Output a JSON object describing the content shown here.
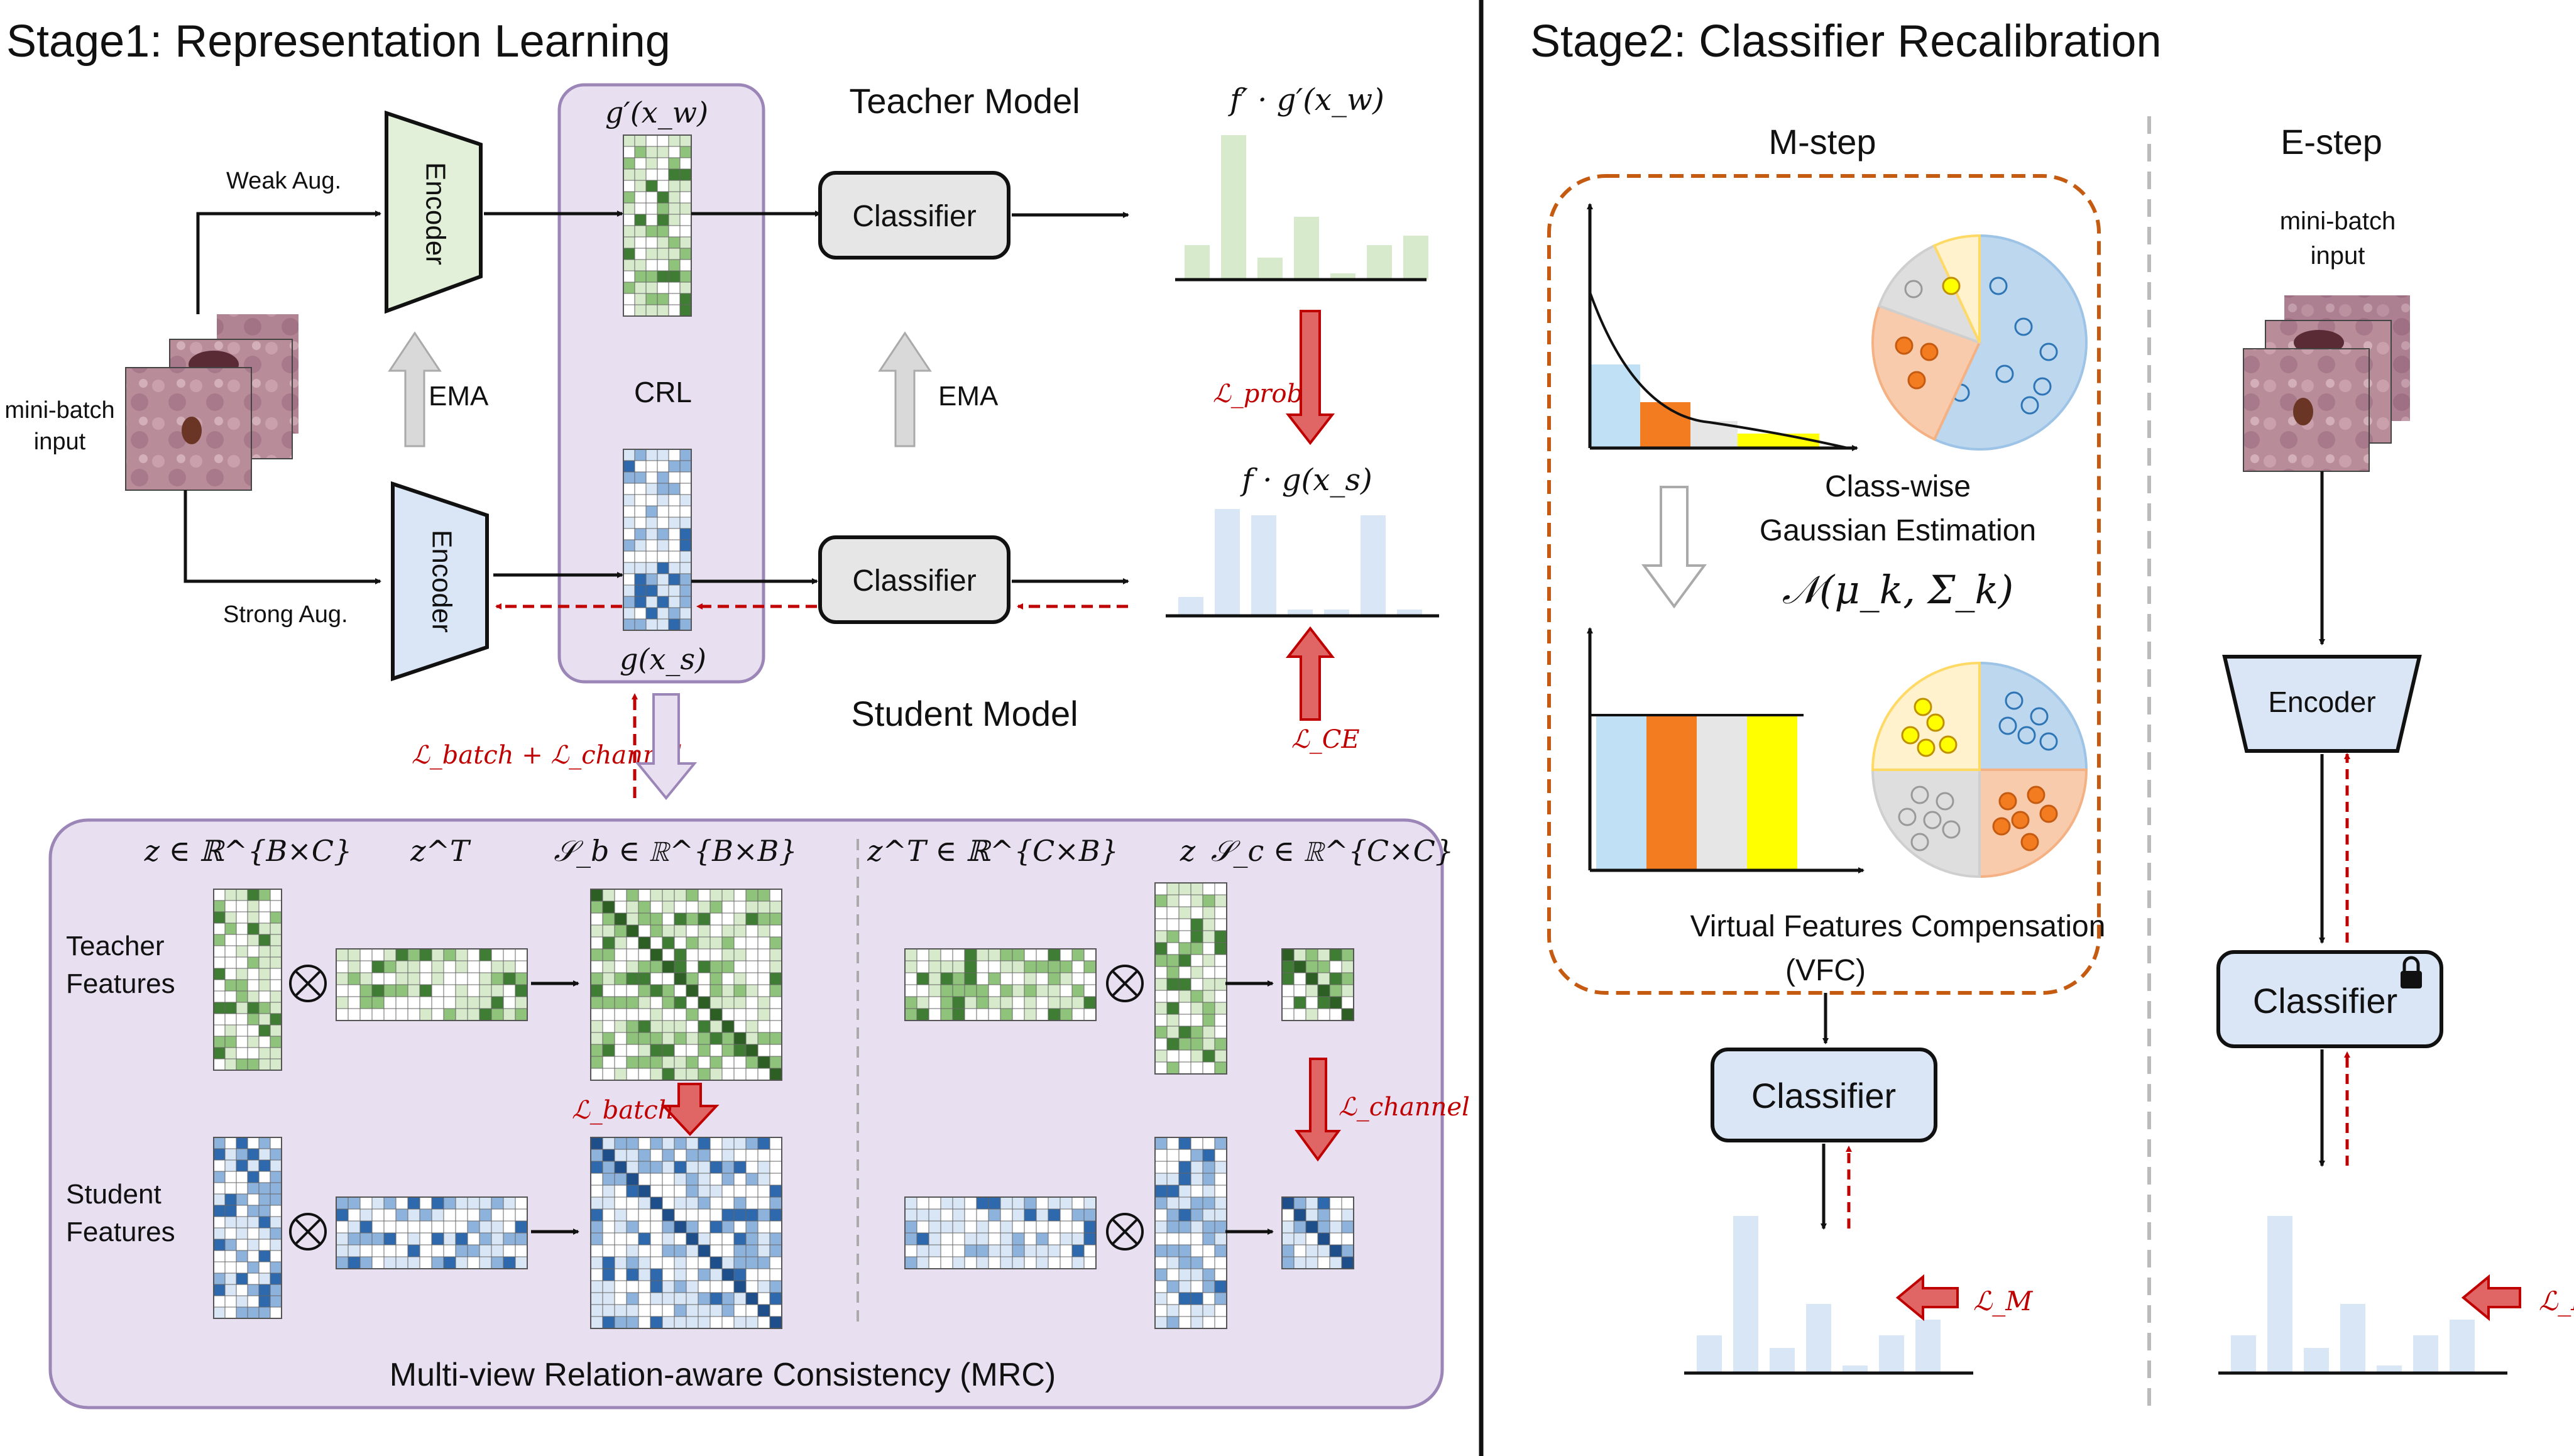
{
  "stage1": {
    "title": "Stage1: Representation Learning",
    "input_label_line1": "mini-batch",
    "input_label_line2": "input",
    "weak_aug": "Weak  Aug.",
    "strong_aug": "Strong Aug.",
    "encoder": "Encoder",
    "ema": "EMA",
    "crl": "CRL",
    "classifier": "Classifier",
    "teacher_model": "Teacher Model",
    "student_model": "Student Model",
    "g_teacher": "g′(x_w)",
    "g_student": "g(x_s)",
    "f_teacher": "f′ · g′(x_w)",
    "f_student": "f · g(x_s)",
    "loss_prob": "ℒ_prob",
    "loss_ce": "ℒ_CE",
    "loss_batch_channel": "ℒ_batch + ℒ_channel"
  },
  "mrc": {
    "title": "Multi-view Relation-aware Consistency (MRC)",
    "teacher_features_line1": "Teacher",
    "teacher_features_line2": "Features",
    "student_features_line1": "Student",
    "student_features_line2": "Features",
    "z_label": "z ∈ ℝ^{B×C}",
    "zT_label": "z^T",
    "sb_label": "𝒮_b ∈ ℝ^{B×B}",
    "zT_c_label": "z^T ∈ ℝ^{C×B}",
    "z2_label": "z",
    "sc_label": "𝒮_c ∈ ℝ^{C×C}",
    "otimes": "⊗",
    "loss_batch": "ℒ_batch",
    "loss_channel": "ℒ_channel"
  },
  "stage2": {
    "title": "Stage2: Classifier Recalibration",
    "m_step": "M-step",
    "e_step": "E-step",
    "gaussian_line1": "Class-wise",
    "gaussian_line2": "Gaussian Estimation",
    "gaussian_formula": "𝒩(μ_k, Σ_k)",
    "vfc_line1": "Virtual Features Compensation",
    "vfc_line2": "(VFC)",
    "classifier": "Classifier",
    "encoder": "Encoder",
    "input_line1": "mini-batch",
    "input_line2": "input",
    "loss_m": "ℒ_M",
    "loss_e": "ℒ_E"
  },
  "colors": {
    "green_light": "#d7ebcc",
    "green_mid": "#8fc27a",
    "green_dark": "#3e7d33",
    "blue_light": "#d8e6f5",
    "blue_mid": "#8db2dc",
    "blue_dark": "#2e68ad",
    "purple_bg": "#e8dff0",
    "purple_border": "#9c86b8",
    "red_arrow": "#c00000",
    "orange_dash": "#c55a11",
    "encoder_green": "#e2f0d9",
    "encoder_blue": "#dae6f5",
    "classifier_gray": "#e6e6e6",
    "classifier_blue": "#dae6f5"
  },
  "icons": [
    "lock-icon",
    "otimes-icon"
  ]
}
